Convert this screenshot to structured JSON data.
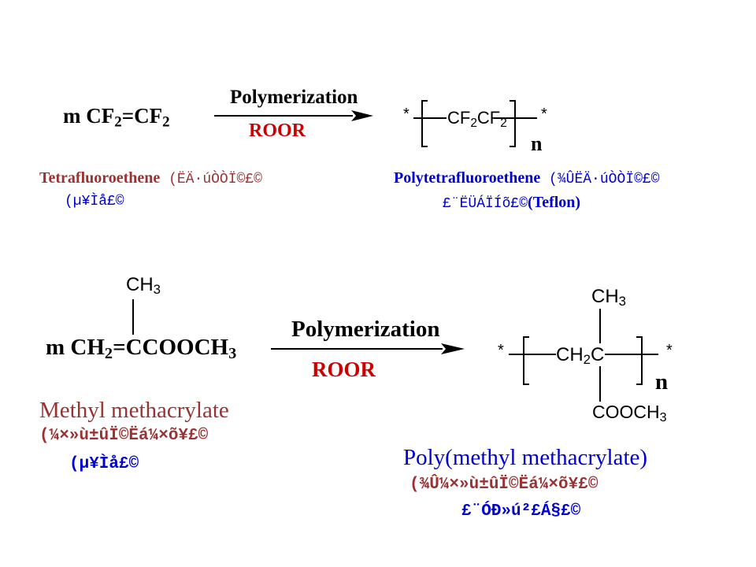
{
  "reaction1": {
    "reactant": {
      "pre": "m CF",
      "s1": "2",
      "mid": "=CF",
      "s2": "2"
    },
    "above_arrow": "Polymerization",
    "below_arrow": "ROOR",
    "product": {
      "star_left": "*",
      "star_right": "*",
      "pre": "CF",
      "s1": "2",
      "mid": "CF",
      "s2": "2",
      "n": "n"
    },
    "reactant_label": {
      "line1_name": "Tetrafluoroethene",
      "line1_rest": " (ËÄ·úÒÒÏ©£©",
      "line2": "(µ¥Ìå£©"
    },
    "product_label": {
      "line1_name": "Polytetrafluoroethene",
      "line1_rest": " (¾ÛËÄ·úÒÒÏ©£©",
      "line2_garble": "£¨ËÜÁÏÍõ£©",
      "line2_name": "(Teflon)"
    }
  },
  "reaction2": {
    "substituent": {
      "pre": "CH",
      "s": "3"
    },
    "reactant": {
      "p1": "m CH",
      "s1": "2",
      "p2": "=CCOOCH",
      "s2": "3"
    },
    "above_arrow": "Polymerization",
    "below_arrow": "ROOR",
    "product": {
      "top": {
        "pre": "CH",
        "s": "3"
      },
      "star_left": "*",
      "star_right": "*",
      "main": {
        "pre": "CH",
        "s": "2",
        "post": "C"
      },
      "n": "n",
      "bottom": {
        "pre": "COOCH",
        "s": "3"
      }
    },
    "reactant_label": {
      "line1": "Methyl methacrylate",
      "line2": "(¼×»ù±ûÏ©Ëá¼×õ¥£©",
      "line3": "(µ¥Ìå£©"
    },
    "product_label": {
      "line1": "Poly(methyl methacrylate)",
      "line2": "(¾Û¼×»ù±ûÏ©Ëá¼×õ¥£©",
      "line3": "£¨ÓÐ»ú²£Á§£©"
    }
  },
  "colors": {
    "arrow_text_red": "#cc0000",
    "label_brown": "#993333",
    "label_blue": "#0000cc",
    "line": "#000000"
  }
}
